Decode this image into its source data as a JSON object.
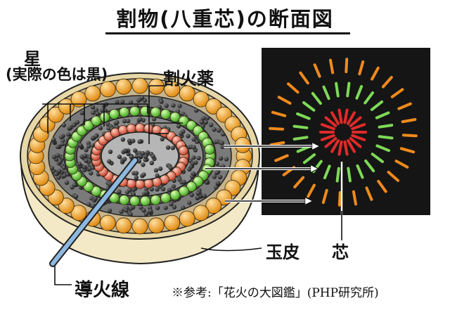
{
  "title": "割物(八重芯)の断面図",
  "labels": {
    "star": "星",
    "star_note": "(実際の色は黒)",
    "burst_powder": "割火薬",
    "shell": "玉皮",
    "core": "芯",
    "fuse": "導火線",
    "source": "※参考:「花火の大図鑑」(PHP研究所)"
  },
  "colors": {
    "shell_fill": "#f3e9c6",
    "outer_star": "#f0a020",
    "green_star": "#6cc53a",
    "red_star": "#e0604a",
    "powder": "#333333",
    "fuse": "#8db8e0",
    "firework_bg": "#151515",
    "firework_orange": "#f08a1c",
    "firework_green": "#7ed957",
    "firework_red": "#e02a2a"
  }
}
